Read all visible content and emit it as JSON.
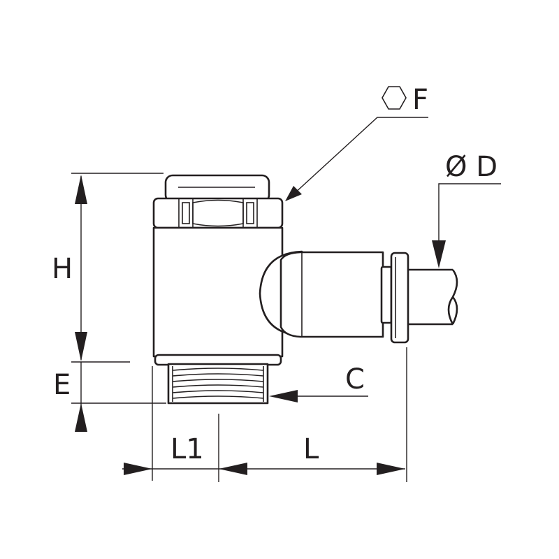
{
  "diagram": {
    "labels": {
      "hex_f": "F",
      "diameter_d": "Ø D",
      "height_h": "H",
      "thread_e": "E",
      "thread_c": "C",
      "length_l1": "L1",
      "length_l": "L"
    },
    "colors": {
      "line": "#231f20",
      "background": "#ffffff"
    },
    "icons": {
      "hexagon": "hexagon-icon"
    }
  }
}
